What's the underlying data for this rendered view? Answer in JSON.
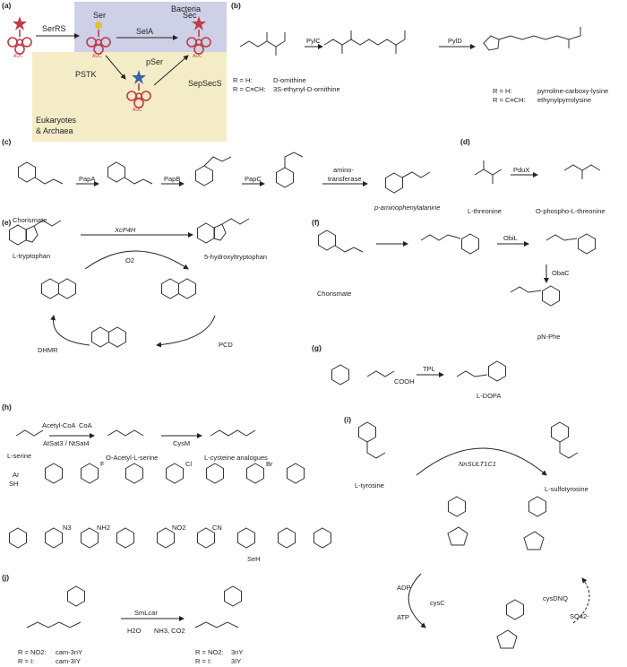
{
  "panels": {
    "a": {
      "label": "(a)",
      "bacteria": "Bacteria",
      "eukarya": [
        "Eukaryotes",
        "& Archaea"
      ],
      "trna_anticodon": "AUC",
      "nodes": [
        "Ser",
        "Sec",
        "pSer"
      ],
      "enzymes": [
        "SerRS",
        "SelA",
        "PSTK",
        "SepSecS"
      ],
      "colors": {
        "bacteria_bg": "#cdd0e6",
        "eukarya_bg": "#f4ecc7",
        "trna": "#c23a45",
        "ser_dot": "#e3c12e",
        "pser_star": "#3b5fa8",
        "star": "#c23a45"
      }
    },
    "b": {
      "label": "(b)",
      "enzymes": [
        "PylC",
        "PylD"
      ],
      "substrates": [
        "R = H:",
        "R = C≡CH:",
        "D-ornithine",
        "3S-ethynyl-D-ornithine"
      ],
      "products": [
        "R = H:",
        "R = C≡CH:",
        "pyrroline-carboxy-lysine",
        "ethynylpyrrolysine"
      ]
    },
    "c": {
      "label": "(c)",
      "enzymes": [
        "PapA",
        "PapB",
        "PapC",
        "amino-",
        "transferase"
      ],
      "start": "Chorismate",
      "product": "p-aminophenylalanine"
    },
    "d": {
      "label": "(d)",
      "enzyme": "PduX",
      "substrate": "L-threonine",
      "product": "O-phospho-L-threonine"
    },
    "e": {
      "label": "(e)",
      "enzyme": "XcP4H",
      "cofactor": "O2",
      "substrate": "L-tryptophan",
      "product": "5-hydroxyltryptophan",
      "recycling": [
        "DHMR",
        "PCD"
      ]
    },
    "f": {
      "label": "(f)",
      "start": "Chorismate",
      "enzymes": [
        "ObiL",
        "ObaC"
      ],
      "product": "pN-Phe"
    },
    "g": {
      "label": "(g)",
      "enzyme": "TPL",
      "reagent": "COOH",
      "product": "L-DOPA"
    },
    "h": {
      "label": "(h)",
      "cofactors": [
        "Acetyl-CoA",
        "CoA"
      ],
      "enzymes": [
        "AtSat3 / NtSat4",
        "CysM"
      ],
      "compounds": [
        "L-serine",
        "O-Acetyl-L-serine",
        "L-cysteine analogues"
      ],
      "thiol_label": "SH",
      "aryl_label": "Ar",
      "substituents": [
        "F",
        "Cl",
        "Br",
        "N3",
        "NH2",
        "NO2",
        "CN",
        "SeH"
      ]
    },
    "i": {
      "label": "(i)",
      "enzyme": "NnSULT1C1",
      "substrate": "L-tyrosine",
      "product": "L-sulfotyrosine",
      "recycling": [
        "ADP",
        "ATP",
        "cysC",
        "cysDNQ",
        "SO42-"
      ]
    },
    "j": {
      "label": "(j)",
      "enzyme": "SmLcar",
      "reagents": [
        "H2O",
        "NH3, CO2"
      ],
      "substrates": [
        "R = NO2:",
        "R = I:",
        "cam-3nY",
        "cam-3IY"
      ],
      "products": [
        "R = NO2:",
        "R = I:",
        "3nY",
        "3IY"
      ]
    }
  }
}
